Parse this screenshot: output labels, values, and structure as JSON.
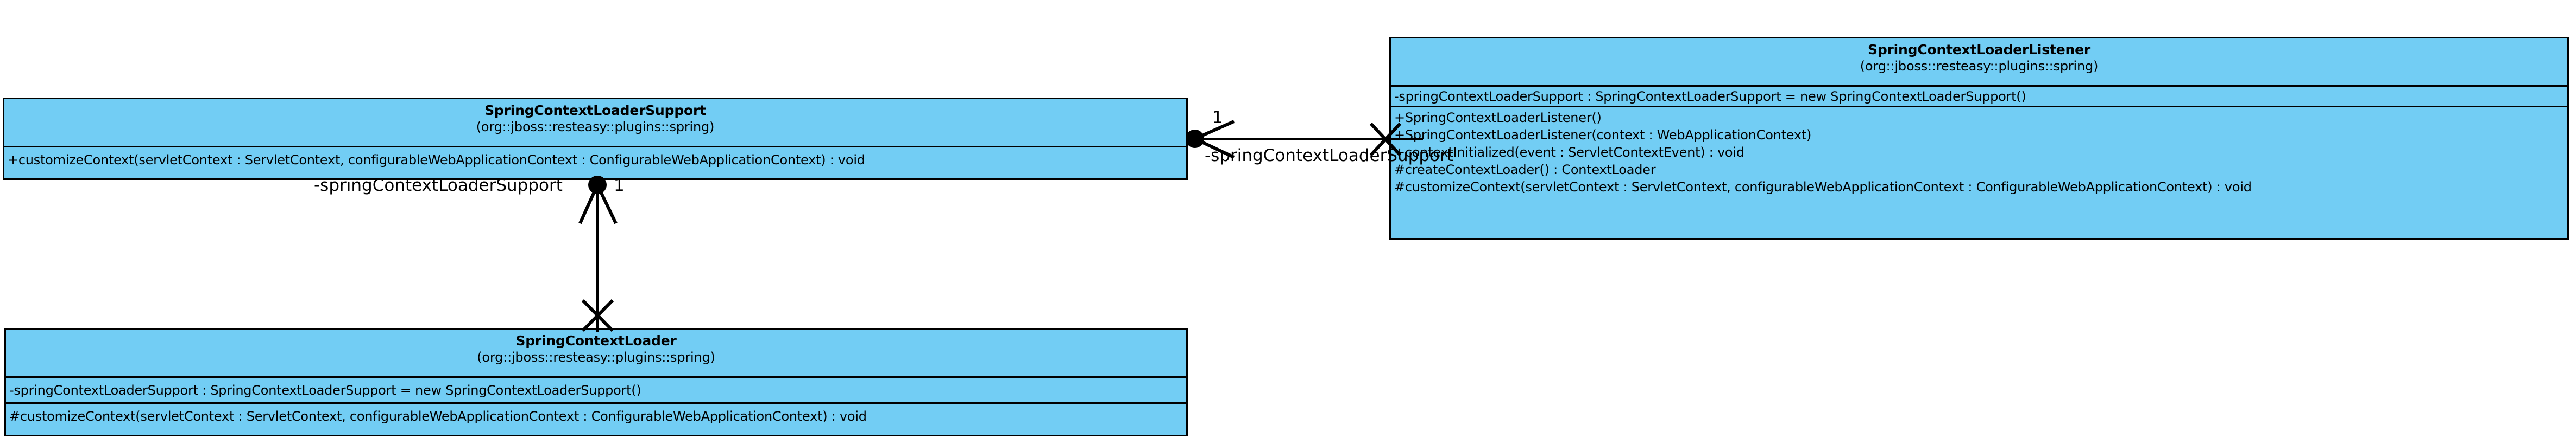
{
  "diagram": {
    "type": "uml-class-diagram",
    "background_color": "#ffffff",
    "class_fill_color": "#72cdf4",
    "class_border_color": "#000000",
    "line_color": "#000000"
  },
  "classes": [
    {
      "id": "spring-context-loader-support",
      "name": "SpringContextLoaderSupport",
      "package": "(org::jboss::resteasy::plugins::spring)",
      "attributes": [],
      "operations": [
        "+customizeContext(servletContext : ServletContext, configurableWebApplicationContext : ConfigurableWebApplicationContext) : void"
      ]
    },
    {
      "id": "spring-context-loader-listener",
      "name": "SpringContextLoaderListener",
      "package": "(org::jboss::resteasy::plugins::spring)",
      "attributes": [
        "-springContextLoaderSupport : SpringContextLoaderSupport = new SpringContextLoaderSupport()"
      ],
      "operations": [
        "+SpringContextLoaderListener()",
        "+SpringContextLoaderListener(context : WebApplicationContext)",
        "+contextInitialized(event : ServletContextEvent) : void",
        "#createContextLoader() : ContextLoader",
        "#customizeContext(servletContext : ServletContext, configurableWebApplicationContext : ConfigurableWebApplicationContext) : void"
      ]
    },
    {
      "id": "spring-context-loader",
      "name": "SpringContextLoader",
      "package": "(org::jboss::resteasy::plugins::spring)",
      "attributes": [
        "-springContextLoaderSupport : SpringContextLoaderSupport = new SpringContextLoaderSupport()"
      ],
      "operations": [
        "#customizeContext(servletContext : ServletContext, configurableWebApplicationContext : ConfigurableWebApplicationContext) : void"
      ]
    }
  ],
  "associations": [
    {
      "id": "assoc-support-to-listener",
      "orientation": "horizontal",
      "source": "SpringContextLoaderListener",
      "target": "SpringContextLoaderSupport",
      "role_label": "-springContextLoaderSupport",
      "multiplicity": "1"
    },
    {
      "id": "assoc-support-to-loader",
      "orientation": "vertical",
      "source": "SpringContextLoader",
      "target": "SpringContextLoaderSupport",
      "role_label": "-springContextLoaderSupport",
      "multiplicity": "1"
    }
  ]
}
